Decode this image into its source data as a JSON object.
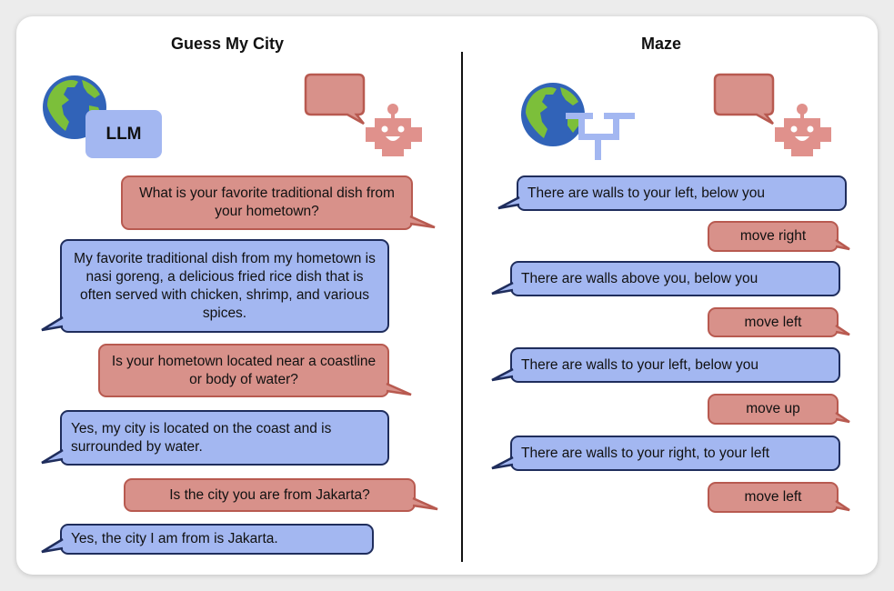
{
  "left_panel": {
    "title": "Guess My City",
    "llm_label": "LLM",
    "messages": [
      {
        "role": "agent",
        "text": "What is your favorite traditional dish from your hometown?"
      },
      {
        "role": "env",
        "text": "My favorite traditional dish from my hometown is nasi goreng, a delicious fried rice dish that is often served with chicken, shrimp, and various spices."
      },
      {
        "role": "agent",
        "text": "Is your hometown located near a coastline or body of water?"
      },
      {
        "role": "env",
        "text": "Yes, my city is located on the coast and is surrounded by water."
      },
      {
        "role": "agent",
        "text": "Is the city you are from Jakarta?"
      },
      {
        "role": "env",
        "text": "Yes, the city I am from is Jakarta."
      }
    ]
  },
  "right_panel": {
    "title": "Maze",
    "messages": [
      {
        "role": "env",
        "text": "There are walls to your left, below you"
      },
      {
        "role": "agent",
        "text": "move right"
      },
      {
        "role": "env",
        "text": "There are walls above you, below you"
      },
      {
        "role": "agent",
        "text": "move left"
      },
      {
        "role": "env",
        "text": "There are walls to your left, below you"
      },
      {
        "role": "agent",
        "text": "move up"
      },
      {
        "role": "env",
        "text": "There are walls to your right, to your left"
      },
      {
        "role": "agent",
        "text": "move left"
      }
    ]
  },
  "colors": {
    "agent_fill": "#d8918a",
    "agent_border": "#b85a50",
    "env_fill": "#a3b7f1",
    "env_border": "#1f2d5c"
  }
}
